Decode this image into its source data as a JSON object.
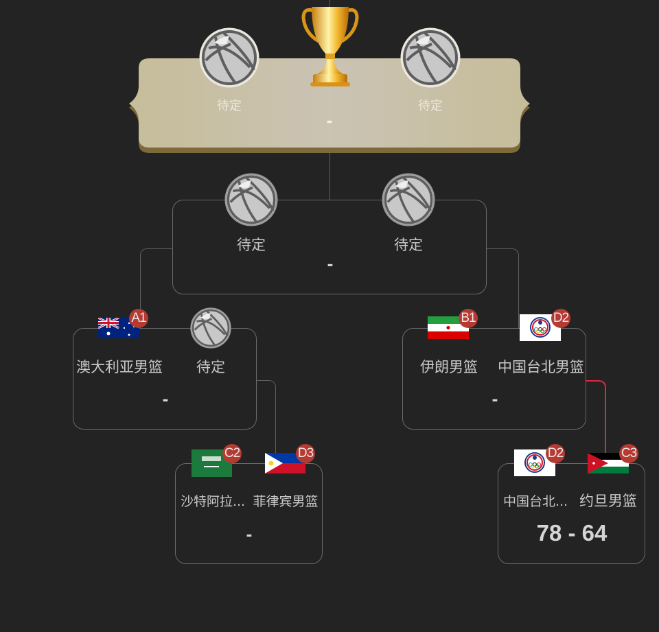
{
  "colors": {
    "background": "#232323",
    "card_border": "#6a6a6a",
    "connector": "#5e5e5e",
    "winner_connector": "#e0283c",
    "seed_badge": "#b43a32",
    "final_panel": "#c8bfa4",
    "final_panel_shadow": "#7d6a3a"
  },
  "final": {
    "trophy_icon": "trophy-icon",
    "teams": [
      {
        "name": "待定",
        "icon": "basketball-placeholder-icon"
      },
      {
        "name": "待定",
        "icon": "basketball-placeholder-icon"
      }
    ],
    "score": "-"
  },
  "semifinal": {
    "teams": [
      {
        "name": "待定",
        "icon": "basketball-placeholder-icon"
      },
      {
        "name": "待定",
        "icon": "basketball-placeholder-icon"
      }
    ],
    "score": "-"
  },
  "quarterfinals": [
    {
      "teams": [
        {
          "name": "澳大利亚男篮",
          "flag": "australia-flag",
          "seed": "A1"
        },
        {
          "name": "待定",
          "icon": "basketball-placeholder-icon"
        }
      ],
      "score": "-"
    },
    {
      "teams": [
        {
          "name": "伊朗男篮",
          "flag": "iran-flag",
          "seed": "B1"
        },
        {
          "name": "中国台北男篮",
          "flag": "chinese-taipei-flag",
          "seed": "D2"
        }
      ],
      "score": "-"
    }
  ],
  "playoffs": [
    {
      "teams": [
        {
          "name": "沙特阿拉...",
          "flag": "saudi-arabia-flag",
          "seed": "C2"
        },
        {
          "name": "菲律宾男篮",
          "flag": "philippines-flag",
          "seed": "D3"
        }
      ],
      "score": "-"
    },
    {
      "teams": [
        {
          "name": "中国台北...",
          "flag": "chinese-taipei-flag",
          "seed": "D2"
        },
        {
          "name": "约旦男篮",
          "flag": "jordan-flag",
          "seed": "C3"
        }
      ],
      "score": "78 - 64",
      "winner": "中国台北..."
    }
  ]
}
